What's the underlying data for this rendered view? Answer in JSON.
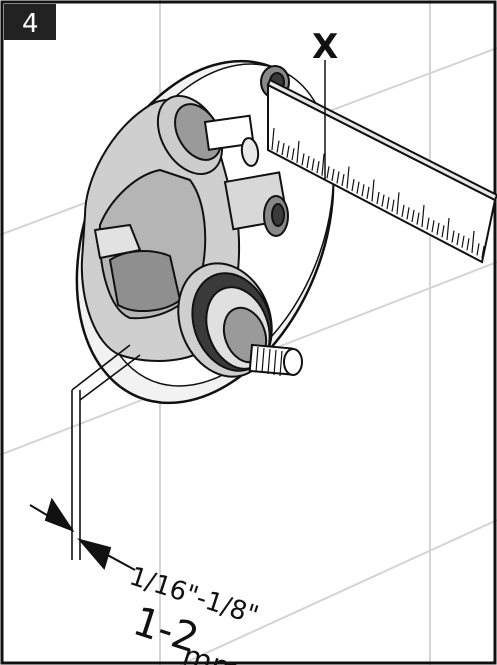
{
  "step": {
    "number": "4"
  },
  "labels": {
    "measure_marker": "X",
    "tolerance_inches": "1/16\"-1/8\"",
    "tolerance_mm_value": "1-2",
    "tolerance_mm_unit": "mm"
  },
  "colors": {
    "outline": "#111111",
    "step_badge_bg": "#222222",
    "step_badge_text": "#ffffff",
    "wall_lines": "#d4d4d4",
    "valve_shading": "#9a9a9a",
    "valve_dark": "#3a3a3a",
    "background": "#ffffff"
  }
}
